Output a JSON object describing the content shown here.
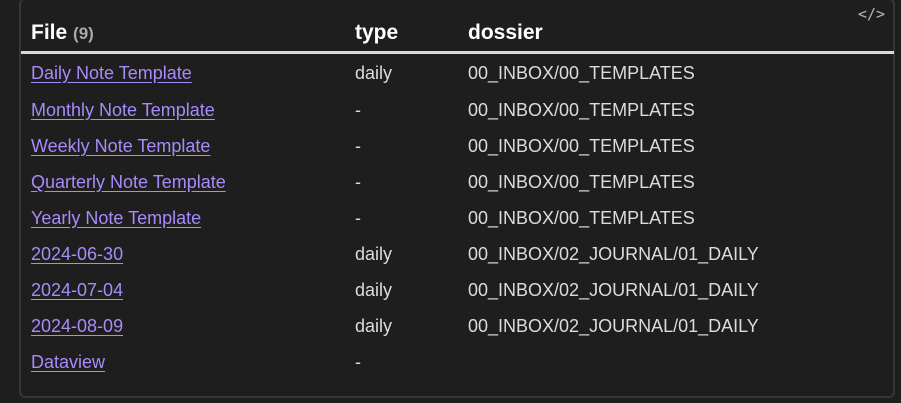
{
  "table": {
    "headers": {
      "file": "File",
      "file_count": "(9)",
      "type": "type",
      "dossier": "dossier"
    },
    "rows": [
      {
        "file": "Daily Note Template",
        "type": "daily",
        "dossier": "00_INBOX/00_TEMPLATES"
      },
      {
        "file": "Monthly Note Template",
        "type": "-",
        "dossier": "00_INBOX/00_TEMPLATES"
      },
      {
        "file": "Weekly Note Template",
        "type": "-",
        "dossier": "00_INBOX/00_TEMPLATES"
      },
      {
        "file": "Quarterly Note Template",
        "type": "-",
        "dossier": "00_INBOX/00_TEMPLATES"
      },
      {
        "file": "Yearly Note Template",
        "type": "-",
        "dossier": "00_INBOX/00_TEMPLATES"
      },
      {
        "file": "2024-06-30",
        "type": "daily",
        "dossier": "00_INBOX/02_JOURNAL/01_DAILY"
      },
      {
        "file": "2024-07-04",
        "type": "daily",
        "dossier": "00_INBOX/02_JOURNAL/01_DAILY"
      },
      {
        "file": "2024-08-09",
        "type": "daily",
        "dossier": "00_INBOX/02_JOURNAL/01_DAILY"
      },
      {
        "file": "Dataview",
        "type": "-",
        "dossier": ""
      }
    ]
  },
  "toolbar": {
    "code_icon": "code-icon"
  },
  "colors": {
    "background": "#1e1e1e",
    "link": "#a88bfa",
    "text": "#dcdcdc",
    "header_rule": "#d9d9d9"
  }
}
